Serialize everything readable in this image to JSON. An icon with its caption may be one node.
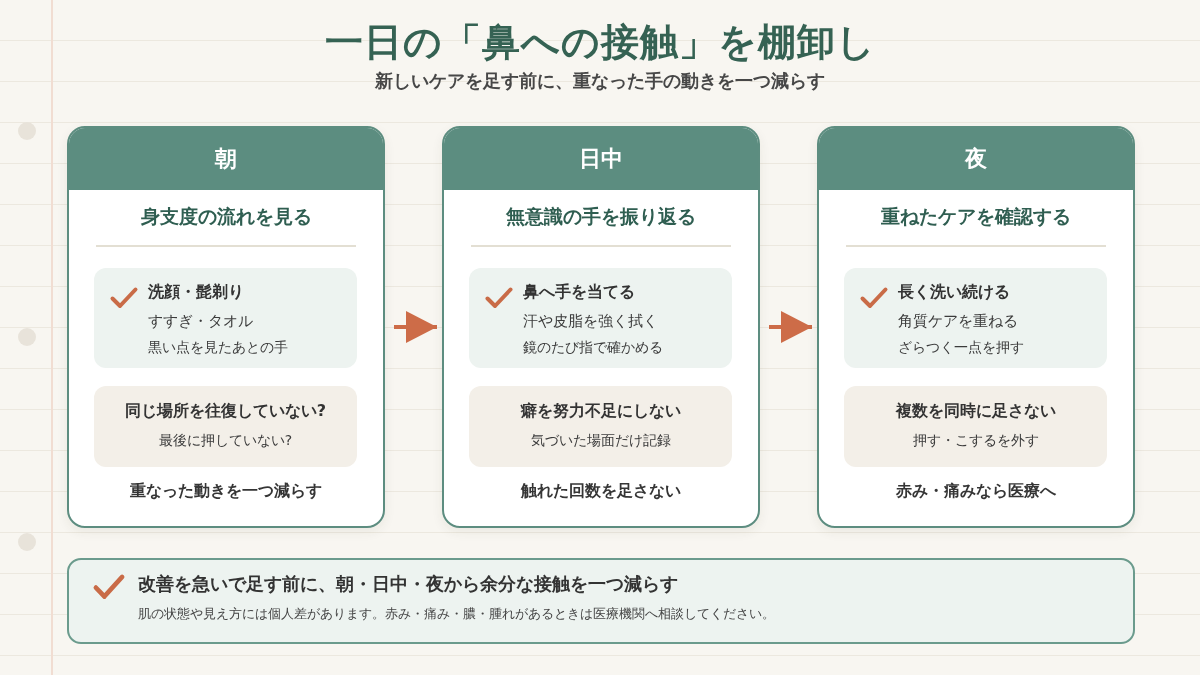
{
  "diagram": {
    "title": "一日の「鼻への接触」を棚卸し",
    "nodes": [
      {
        "text": [
          "朝",
          "身支度の流れを見る",
          "重なった動きを一つ減らす"
        ]
      },
      {
        "text": [
          "洗顔・髭剃り",
          "すすぎ・タオル",
          "黒い点を見たあとの手"
        ],
        "in": 0
      },
      {
        "text": [
          "同じ場所を往復していない?",
          "最後に押していない?"
        ],
        "in": 0
      },
      {
        "text": [
          "日中",
          "無意識の手を振り返る",
          "触れた回数を足さない"
        ]
      },
      {
        "text": [
          "鼻へ手を当てる",
          "汗や皮脂を強く拭く",
          "鏡のたび指で確かめる"
        ],
        "in": 3
      },
      {
        "text": [
          "癖を努力不足にしない",
          "気づいた場面だけ記録"
        ],
        "in": 3
      },
      {
        "text": [
          "夜",
          "重ねたケアを確認する",
          "赤み・痛みなら医療へ"
        ]
      },
      {
        "text": [
          "長く洗い続ける",
          "角質ケアを重ねる",
          "ざらつく一点を押す"
        ],
        "in": 6
      },
      {
        "text": [
          "複数を同時に足さない",
          "押す・こするを外す"
        ],
        "in": 6
      },
      {
        "text": [
          "改善を急いで足す前に、朝・日中・夜から余分な接触を一つ減らす",
          "肌の状態や見え方には個人差があります。赤み・痛み・膿・腫れがあるときは医療機関へ相談してください。"
        ]
      }
    ],
    "edges": [
      {
        "from": 0,
        "to": 3,
        "arrow": "to"
      },
      {
        "from": 3,
        "to": 6,
        "arrow": "to"
      }
    ],
    "labels": [
      "新しいケアを足す前に、重なった手の動きを一つ減らす"
    ]
  }
}
